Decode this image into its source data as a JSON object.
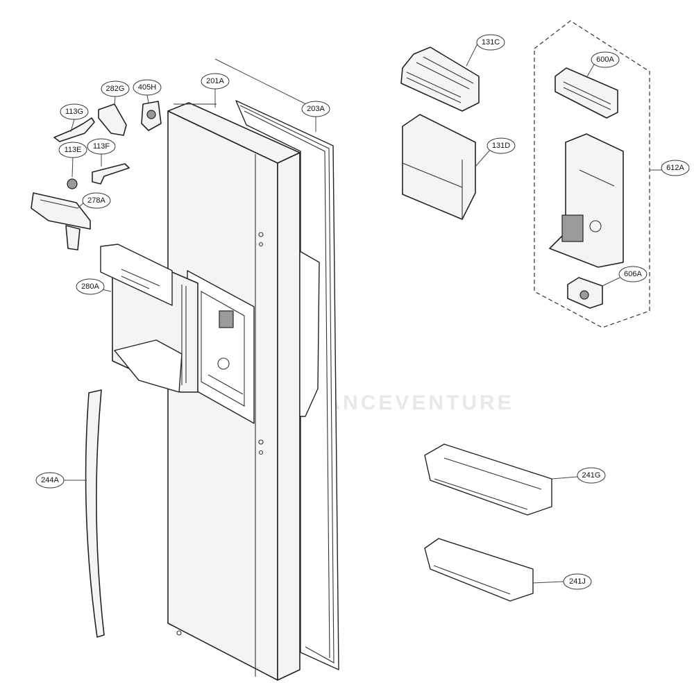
{
  "diagram": {
    "watermark": "APPLIANCEVENTURE",
    "callouts": [
      {
        "id": "113G",
        "label": "113G"
      },
      {
        "id": "282G",
        "label": "282G"
      },
      {
        "id": "405H",
        "label": "405H"
      },
      {
        "id": "201A",
        "label": "201A"
      },
      {
        "id": "203A",
        "label": "203A"
      },
      {
        "id": "113E",
        "label": "113E"
      },
      {
        "id": "113F",
        "label": "113F"
      },
      {
        "id": "278A",
        "label": "278A"
      },
      {
        "id": "280A",
        "label": "280A"
      },
      {
        "id": "244A",
        "label": "244A"
      },
      {
        "id": "131C",
        "label": "131C"
      },
      {
        "id": "131D",
        "label": "131D"
      },
      {
        "id": "600A",
        "label": "600A"
      },
      {
        "id": "612A",
        "label": "612A"
      },
      {
        "id": "606A",
        "label": "606A"
      },
      {
        "id": "241G",
        "label": "241G"
      },
      {
        "id": "241J",
        "label": "241J"
      }
    ]
  }
}
